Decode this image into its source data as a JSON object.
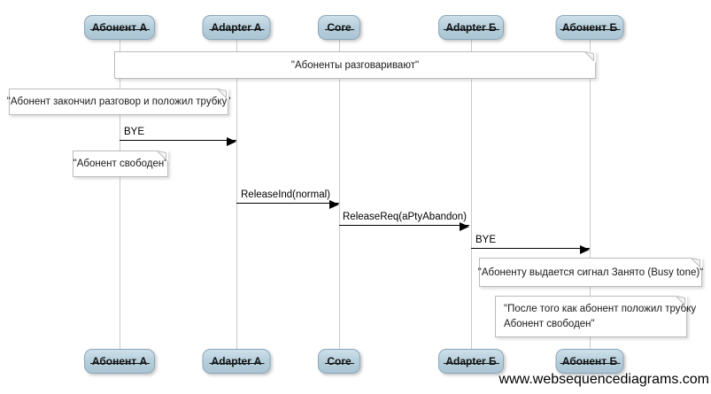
{
  "actors": [
    {
      "id": "abonent-a",
      "label": "Абонент А"
    },
    {
      "id": "adapter-a",
      "label": "Adapter A"
    },
    {
      "id": "core",
      "label": "Core"
    },
    {
      "id": "adapter-b",
      "label": "Adapter Б"
    },
    {
      "id": "abonent-b",
      "label": "Абонент Б"
    }
  ],
  "notes": {
    "conversation": "\"Абоненты разговаривают\"",
    "hangup": "\"Абонент закончил разговор и положил трубку\"",
    "free_a": "\"Абонент свободен\"",
    "busy_tone": "\"Абоненту выдается сигнал Занято (Busy tone)\"",
    "after_hangup_lines": [
      "\"После того как абонент положил трубку",
      "Абонент свободен\""
    ]
  },
  "messages": [
    {
      "from": "Абонент А",
      "to": "Adapter A",
      "label": "BYE"
    },
    {
      "from": "Adapter A",
      "to": "Core",
      "label": "ReleaseInd(normal)"
    },
    {
      "from": "Core",
      "to": "Adapter Б",
      "label": "ReleaseReq(aPtyAbandon)"
    },
    {
      "from": "Adapter Б",
      "to": "Абонент Б",
      "label": "BYE"
    }
  ],
  "watermark": "www.websequencediagrams.com",
  "colors": {
    "actor_fill_top": "#cde0ea",
    "actor_fill_bottom": "#abc5d4",
    "actor_border": "#8ba6ba",
    "lifeline": "#c9c9c9",
    "note_border": "#bcbcbc",
    "message": "#000000"
  }
}
